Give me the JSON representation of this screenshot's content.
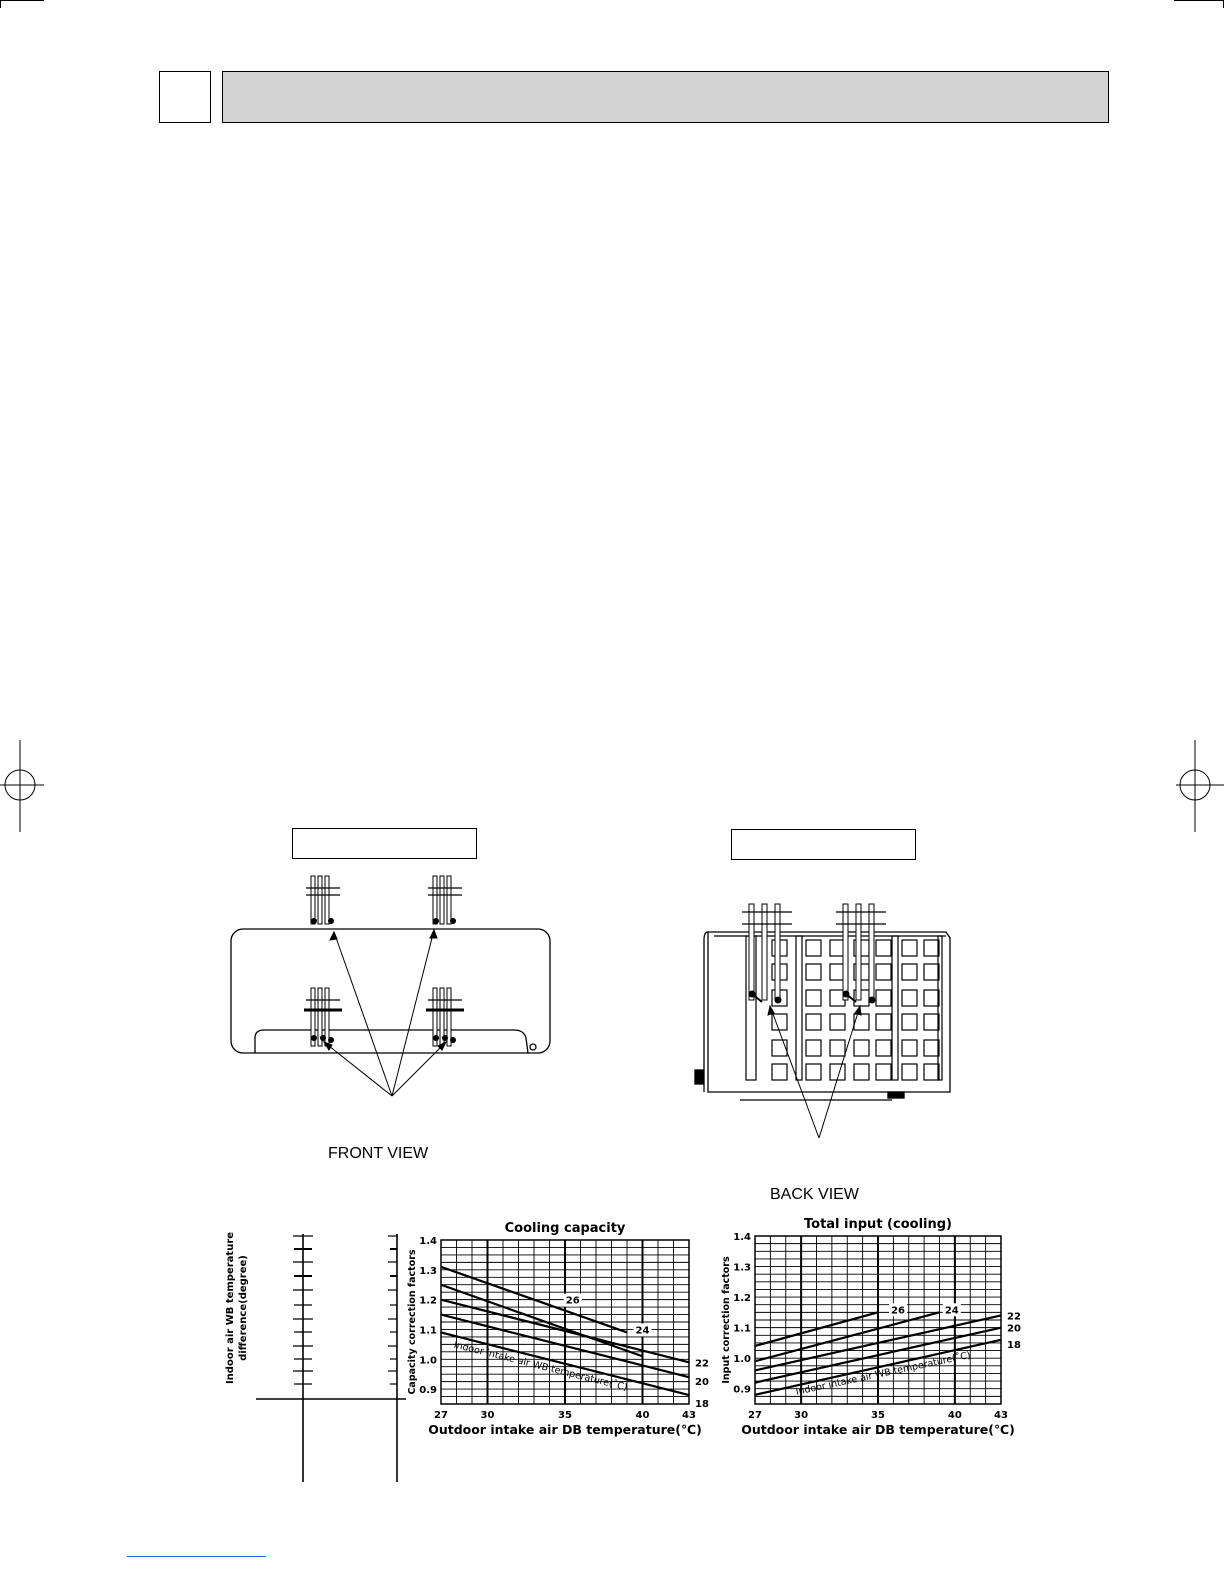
{
  "views": {
    "front_label": "FRONT VIEW",
    "back_label": "BACK VIEW"
  },
  "temp_diff_chart": {
    "ylabel_line1": "Indoor air WB temperature",
    "ylabel_line2": "difference(degree)"
  },
  "chart_data": [
    {
      "type": "line",
      "title": "Cooling capacity",
      "xlabel": "Outdoor intake air DB temperature(℃)",
      "ylabel": "Capacity correction factors",
      "xlim": [
        27,
        43
      ],
      "ylim": [
        0.85,
        1.4
      ],
      "x_ticks": [
        "27",
        "30",
        "35",
        "40",
        "43"
      ],
      "y_ticks": [
        "1.4",
        "1.3",
        "1.2",
        "1.1",
        "1.0",
        "0.9"
      ],
      "grid": true,
      "annotation": "Indoor intake air WB temperature(˚C)",
      "series": [
        {
          "name": "26",
          "x": [
            27,
            39
          ],
          "y": [
            1.31,
            1.09
          ]
        },
        {
          "name": "24",
          "x": [
            27,
            40
          ],
          "y": [
            1.25,
            1.01
          ]
        },
        {
          "name": "22",
          "x": [
            27,
            43
          ],
          "y": [
            1.2,
            0.99
          ]
        },
        {
          "name": "20",
          "x": [
            27,
            43
          ],
          "y": [
            1.15,
            0.94
          ]
        },
        {
          "name": "18",
          "x": [
            27,
            43
          ],
          "y": [
            1.09,
            0.88
          ]
        }
      ]
    },
    {
      "type": "line",
      "title": "Total input (cooling)",
      "xlabel": "Outdoor intake air DB temperature(℃)",
      "ylabel": "Input correction factors",
      "xlim": [
        27,
        43
      ],
      "ylim": [
        0.85,
        1.4
      ],
      "x_ticks": [
        "27",
        "30",
        "35",
        "40",
        "43"
      ],
      "y_ticks": [
        "1.4",
        "1.3",
        "1.2",
        "1.1",
        "1.0",
        "0.9"
      ],
      "grid": true,
      "annotation": "Indoor intake air WB temperature(˚C)",
      "series": [
        {
          "name": "26",
          "x": [
            27,
            35
          ],
          "y": [
            1.04,
            1.15
          ]
        },
        {
          "name": "24",
          "x": [
            27,
            39
          ],
          "y": [
            0.99,
            1.15
          ]
        },
        {
          "name": "22",
          "x": [
            27,
            43
          ],
          "y": [
            0.96,
            1.14
          ]
        },
        {
          "name": "20",
          "x": [
            27,
            43
          ],
          "y": [
            0.92,
            1.1
          ]
        },
        {
          "name": "18",
          "x": [
            27,
            43
          ],
          "y": [
            0.88,
            1.06
          ]
        }
      ]
    }
  ]
}
